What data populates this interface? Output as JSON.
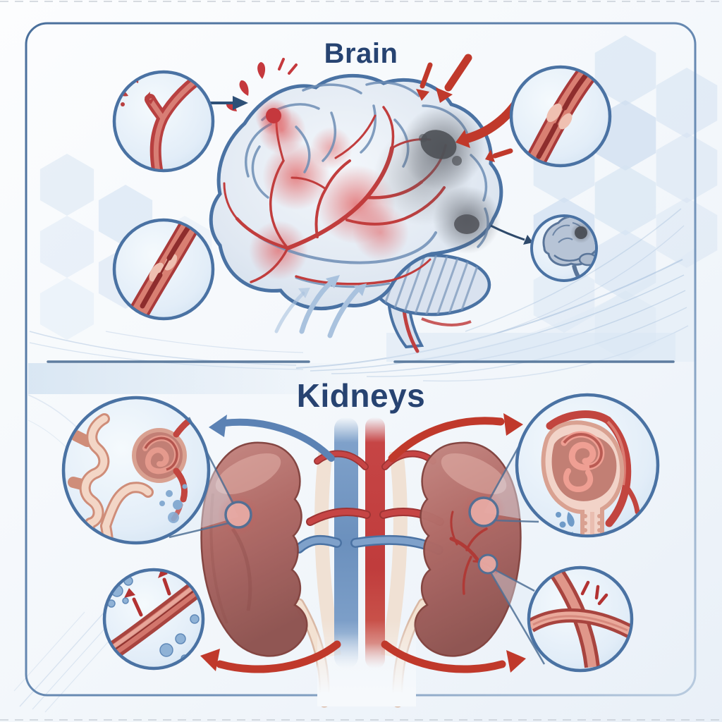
{
  "sections": {
    "brain": {
      "title": "Brain",
      "insets": [
        {
          "icon": "ruptured-vessel-icon",
          "position": "top-left"
        },
        {
          "icon": "stenosed-artery-icon",
          "position": "top-right"
        },
        {
          "icon": "narrowed-artery-icon",
          "position": "mid-left"
        },
        {
          "icon": "ischemic-brain-icon",
          "position": "mid-right"
        }
      ]
    },
    "kidneys": {
      "title": "Kidneys",
      "insets": [
        {
          "icon": "damaged-nephron-icon",
          "position": "upper-left"
        },
        {
          "icon": "leaking-glomerulus-icon",
          "position": "upper-right"
        },
        {
          "icon": "vessel-leak-particles-icon",
          "position": "lower-left"
        },
        {
          "icon": "strained-vessels-icon",
          "position": "lower-right"
        }
      ]
    }
  },
  "colors": {
    "background": "#f3f7fb",
    "panel_border": "#5b7fa8",
    "title_text": "#274371",
    "hexagon": "#d8e5f3",
    "divider": "#4f7096",
    "artery_red": "#c04040",
    "arrow_red": "#c0392b",
    "arrow_blue": "#5b82b4",
    "brain_fill": "#dde6f1",
    "brain_outline": "#4a72a3",
    "lesion_gray": "#5f6268",
    "hemorrhage_red": "#c5383d",
    "kidney_body": "#b06a66",
    "kidney_shadow": "#8f5350",
    "vena_cava_blue": "#6b90bd",
    "aorta_red": "#c03c3c",
    "ureter_beige": "#f3e2d2",
    "inset_fill": "#e9f1fa",
    "inset_stroke": "#4a72a3"
  }
}
